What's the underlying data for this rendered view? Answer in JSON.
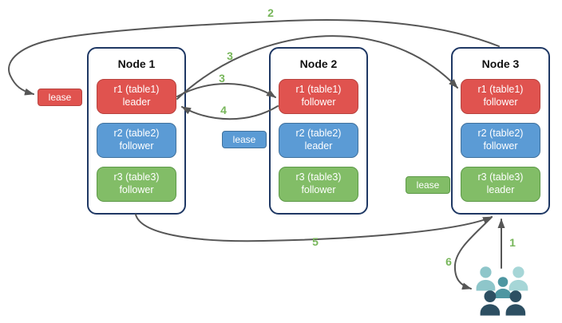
{
  "diagram": {
    "nodes": [
      {
        "title": "Node 1",
        "replicas": [
          {
            "label": "r1 (table1)",
            "role": "leader",
            "color": "#e0534f"
          },
          {
            "label": "r2 (table2)",
            "role": "follower",
            "color": "#5b9bd5"
          },
          {
            "label": "r3 (table3)",
            "role": "follower",
            "color": "#82bd67"
          }
        ]
      },
      {
        "title": "Node 2",
        "replicas": [
          {
            "label": "r1 (table1)",
            "role": "follower",
            "color": "#e0534f"
          },
          {
            "label": "r2 (table2)",
            "role": "leader",
            "color": "#5b9bd5"
          },
          {
            "label": "r3 (table3)",
            "role": "follower",
            "color": "#82bd67"
          }
        ]
      },
      {
        "title": "Node 3",
        "replicas": [
          {
            "label": "r1 (table1)",
            "role": "follower",
            "color": "#e0534f"
          },
          {
            "label": "r2 (table2)",
            "role": "follower",
            "color": "#5b9bd5"
          },
          {
            "label": "r3 (table3)",
            "role": "leader",
            "color": "#82bd67"
          }
        ]
      }
    ],
    "leases": [
      {
        "label": "lease",
        "color": "#e0534f"
      },
      {
        "label": "lease",
        "color": "#5b9bd5"
      },
      {
        "label": "lease",
        "color": "#82bd67"
      }
    ],
    "steps": [
      "1",
      "2",
      "3",
      "3",
      "4",
      "5",
      "6"
    ],
    "icons": [
      {
        "name": "users-icon",
        "colors": [
          "#8ec6ca",
          "#a6d6d7",
          "#4d96a1",
          "#2d4f62"
        ]
      }
    ],
    "colors": {
      "node_border": "#1f3864",
      "arrow": "#565656",
      "step_label": "#77b65a",
      "red_fill": "#e0534f",
      "red_stroke": "#b7433f",
      "blue_fill": "#5b9bd5",
      "blue_stroke": "#41719c",
      "green_fill": "#82bd67",
      "green_stroke": "#5d9948"
    }
  }
}
